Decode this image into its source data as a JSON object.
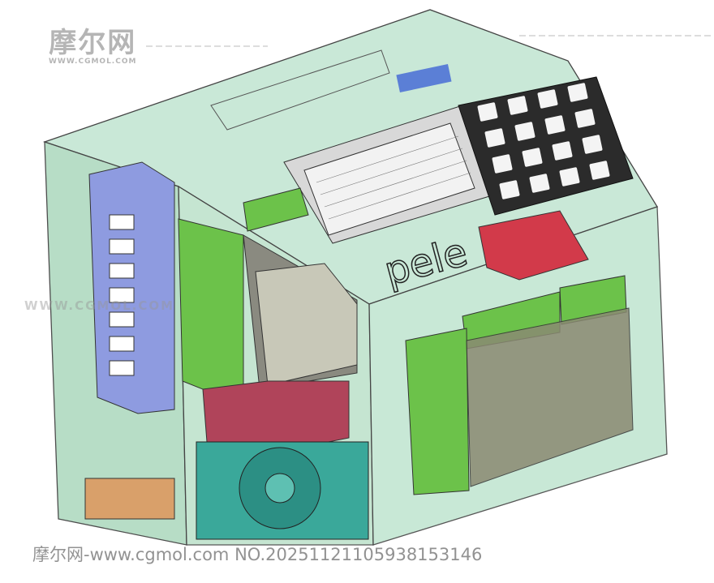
{
  "scene": {
    "device_logo": "pele",
    "colors": {
      "enclosure": "#bfe2cf",
      "terminal_block": "#8e9be0",
      "pcb_green": "#6cc24a",
      "heatsink_red": "#b0445a",
      "fan_teal": "#3aa89a",
      "keypad": "#2b2b2b",
      "lcd": "#d8d8d8"
    }
  },
  "watermark": {
    "logo_cn": "摩尔网",
    "logo_url": "WWW.CGMOL.COM",
    "mid_text": "WWW.CGMOL.COM",
    "bottom_line": "摩尔网-www.cgmol.com NO.20251121105938153146"
  }
}
